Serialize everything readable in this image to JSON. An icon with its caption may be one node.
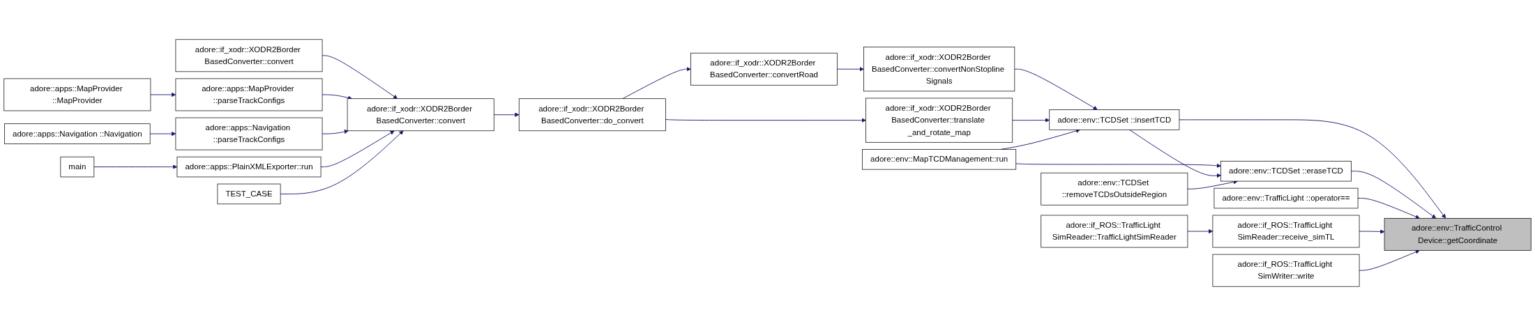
{
  "diagram": {
    "nodes": [
      {
        "text": [
          "adore::if_xodr::XODR2Border BasedConverter::convert"
        ]
      },
      {
        "text": [
          "adore::apps::MapProvider ::MapProvider"
        ]
      },
      {
        "text": [
          "adore::apps::MapProvider ::parseTrackConfigs"
        ]
      },
      {
        "text": [
          "adore::apps::Navigation ::Navigation"
        ]
      },
      {
        "text": [
          "adore::apps::Navigation ::parseTrackConfigs"
        ]
      },
      {
        "text": [
          "main"
        ]
      },
      {
        "text": [
          "adore::apps::PlainXMLExporter::run"
        ]
      },
      {
        "text": [
          "TEST_CASE"
        ]
      },
      {
        "text": [
          "adore::if_xodr::XODR2Border BasedConverter::convert"
        ]
      },
      {
        "text": [
          "adore::if_xodr::XODR2Border BasedConverter::do_convert"
        ]
      },
      {
        "text": [
          "adore::if_xodr::XODR2Border BasedConverter::convertRoad"
        ]
      },
      {
        "text": [
          "adore::if_xodr::XODR2Border BasedConverter::translate _and_rotate_map"
        ]
      },
      {
        "text": [
          "adore::if_xodr::XODR2Border BasedConverter::convertNonStopline Signals"
        ]
      },
      {
        "text": [
          "adore::env::MapTCDManagement::run"
        ]
      },
      {
        "text": [
          "adore::env::TCDSet ::insertTCD"
        ]
      },
      {
        "text": [
          "adore::env::TCDSet ::removeTCDsOutsideRegion"
        ]
      },
      {
        "text": [
          "adore::env::TCDSet ::eraseTCD"
        ]
      },
      {
        "text": [
          "adore::env::TrafficLight ::operator=="
        ]
      },
      {
        "text": [
          "adore::if_ROS::TrafficLight SimReader::TrafficLightSimReader"
        ]
      },
      {
        "text": [
          "adore::if_ROS::TrafficLight SimReader::receive_simTL"
        ]
      },
      {
        "text": [
          "adore::if_ROS::TrafficLight SimWriter::write"
        ]
      },
      {
        "text": [
          "adore::env::TrafficControl Device::getCoordinate"
        ]
      }
    ],
    "edges": [
      {
        "from": 0,
        "to": 8,
        "arrow": "to"
      },
      {
        "from": 1,
        "to": 2,
        "arrow": "to"
      },
      {
        "from": 2,
        "to": 8,
        "arrow": "to"
      },
      {
        "from": 3,
        "to": 4,
        "arrow": "to"
      },
      {
        "from": 4,
        "to": 8,
        "arrow": "to"
      },
      {
        "from": 5,
        "to": 6,
        "arrow": "to"
      },
      {
        "from": 6,
        "to": 8,
        "arrow": "to"
      },
      {
        "from": 7,
        "to": 8,
        "arrow": "to"
      },
      {
        "from": 8,
        "to": 9,
        "arrow": "to"
      },
      {
        "from": 9,
        "to": 10,
        "arrow": "to"
      },
      {
        "from": 9,
        "to": 11,
        "arrow": "to"
      },
      {
        "from": 10,
        "to": 12,
        "arrow": "to"
      },
      {
        "from": 12,
        "to": 14,
        "arrow": "to"
      },
      {
        "from": 11,
        "to": 14,
        "arrow": "to"
      },
      {
        "from": 13,
        "to": 14,
        "arrow": "to"
      },
      {
        "from": 13,
        "to": 16,
        "arrow": "to"
      },
      {
        "from": 14,
        "to": 16,
        "arrow": "to"
      },
      {
        "from": 15,
        "to": 16,
        "arrow": "to"
      },
      {
        "from": 14,
        "to": 21,
        "arrow": "to"
      },
      {
        "from": 16,
        "to": 21,
        "arrow": "to"
      },
      {
        "from": 17,
        "to": 21,
        "arrow": "to"
      },
      {
        "from": 18,
        "to": 19,
        "arrow": "to"
      },
      {
        "from": 19,
        "to": 21,
        "arrow": "to"
      },
      {
        "from": 20,
        "to": 21,
        "arrow": "to"
      }
    ]
  }
}
